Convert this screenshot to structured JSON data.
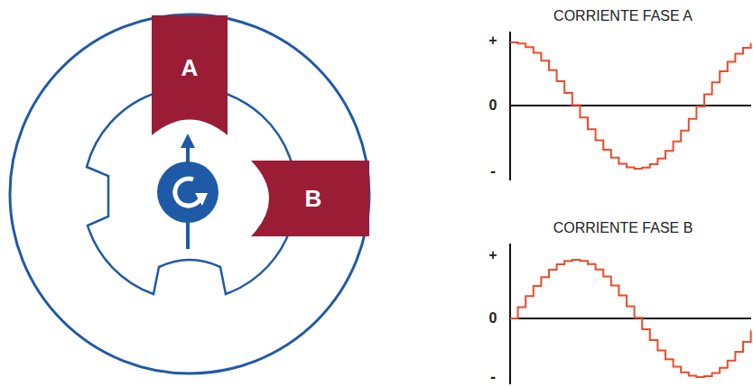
{
  "diagram": {
    "nodes": [
      {
        "text": [
          "A"
        ]
      },
      {
        "text": [
          "B"
        ]
      }
    ],
    "labels": [
      "CORRIENTE FASE A",
      "+",
      "0",
      "-",
      "CORRIENTE FASE B",
      "+",
      "0",
      "-"
    ]
  }
}
